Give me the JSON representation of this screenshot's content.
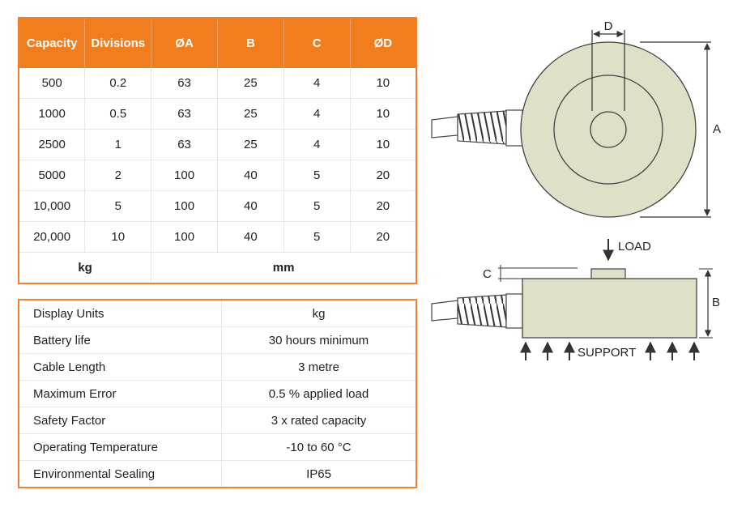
{
  "dimensions_table": {
    "headers": [
      "Capacity",
      "Divisions",
      "ØA",
      "B",
      "C",
      "ØD"
    ],
    "rows": [
      [
        "500",
        "0.2",
        "63",
        "25",
        "4",
        "10"
      ],
      [
        "1000",
        "0.5",
        "63",
        "25",
        "4",
        "10"
      ],
      [
        "2500",
        "1",
        "63",
        "25",
        "4",
        "10"
      ],
      [
        "5000",
        "2",
        "100",
        "40",
        "5",
        "20"
      ],
      [
        "10,000",
        "5",
        "100",
        "40",
        "5",
        "20"
      ],
      [
        "20,000",
        "10",
        "100",
        "40",
        "5",
        "20"
      ]
    ],
    "units": {
      "capacity_unit": "kg",
      "dimension_unit": "mm"
    }
  },
  "spec_table": {
    "rows": [
      {
        "label": "Display Units",
        "value": "kg"
      },
      {
        "label": "Battery life",
        "value": "30 hours minimum"
      },
      {
        "label": "Cable Length",
        "value": "3 metre"
      },
      {
        "label": "Maximum Error",
        "value": "0.5 % applied load"
      },
      {
        "label": "Safety Factor",
        "value": "3 x rated capacity"
      },
      {
        "label": "Operating Temperature",
        "value": "-10 to 60 °C"
      },
      {
        "label": "Environmental Sealing",
        "value": "IP65"
      }
    ]
  },
  "diagram": {
    "labels": {
      "d": "D",
      "a": "A",
      "load": "LOAD",
      "c": "C",
      "b": "B",
      "support": "SUPPORT"
    },
    "colors": {
      "body_fill": "#e0dfc8",
      "outline": "#444444",
      "accent_orange": "#f07d1e"
    }
  }
}
